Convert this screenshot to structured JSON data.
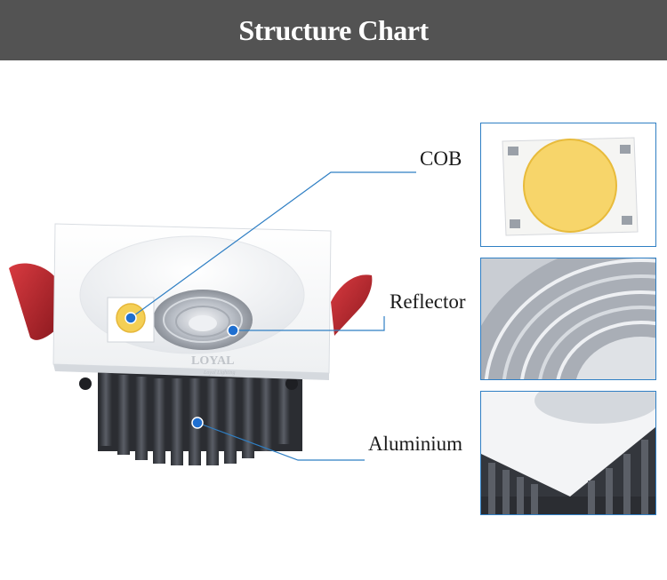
{
  "header": {
    "title": "Structure Chart"
  },
  "callouts": [
    {
      "label": "COB"
    },
    {
      "label": "Reflector"
    },
    {
      "label": "Aluminium"
    }
  ],
  "product": {
    "logo_text": "LOYAL",
    "logo_subtext": "Loyal Lighting"
  },
  "colors": {
    "header_bg": "#535353",
    "leader_line": "#2f7fc4",
    "anchor_dot": "#1f6fd0",
    "clip_red": "#c0262e",
    "heatsink": "#3d4047",
    "cob_yellow": "#f7d56a"
  }
}
